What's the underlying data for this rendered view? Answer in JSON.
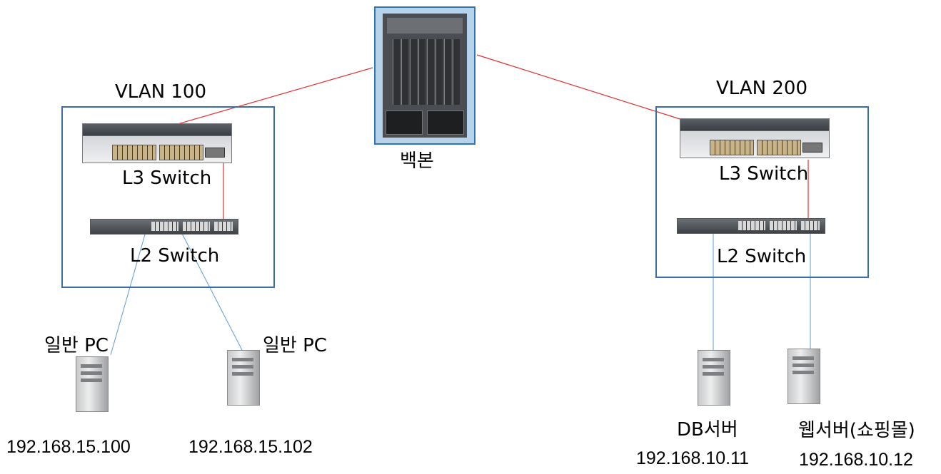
{
  "backbone": {
    "label": "백본"
  },
  "vlans": [
    {
      "label": "VLAN 100",
      "l3_label": "L3 Switch",
      "l2_label": "L2 Switch"
    },
    {
      "label": "VLAN 200",
      "l3_label": "L3 Switch",
      "l2_label": "L2 Switch"
    }
  ],
  "hosts": [
    {
      "label": "일반 PC",
      "ip": "192.168.15.100"
    },
    {
      "label": "일반 PC",
      "ip": "192.168.15.102"
    },
    {
      "label": "DB서버",
      "ip": "192.168.10.11"
    },
    {
      "label": "웹서버(쇼핑몰)",
      "ip": "192.168.10.12"
    }
  ],
  "colors": {
    "trunk_link": "#e03030",
    "access_link": "#5b9bd5",
    "vlan_border": "#3b6ea5",
    "backbone_border": "#2e75b6"
  }
}
